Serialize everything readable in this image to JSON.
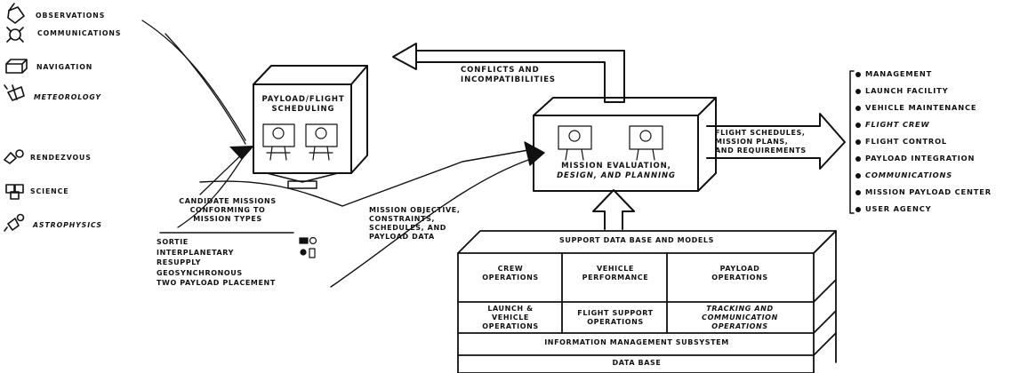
{
  "mission_types": [
    {
      "icon": "observations-icon",
      "label": "OBSERVATIONS",
      "italic": false
    },
    {
      "icon": "communications-icon",
      "label": "COMMUNICATIONS",
      "italic": false
    },
    {
      "icon": "navigation-icon",
      "label": "NAVIGATION",
      "italic": false
    },
    {
      "icon": "meteorology-icon",
      "label": "METEOROLOGY",
      "italic": true
    },
    {
      "icon": "rendezvous-icon",
      "label": "RENDEZVOUS",
      "italic": false
    },
    {
      "icon": "science-icon",
      "label": "SCIENCE",
      "italic": false
    },
    {
      "icon": "astrophysics-icon",
      "label": "ASTROPHYSICS",
      "italic": true
    }
  ],
  "scheduling": {
    "title_line1": "PAYLOAD/FLIGHT",
    "title_line2": "SCHEDULING"
  },
  "conflicts": {
    "line1": "CONFLICTS AND",
    "line2": "INCOMPATIBILITIES"
  },
  "evaluation": {
    "line1": "MISSION EVALUATION,",
    "line2": "DESIGN, AND PLANNING"
  },
  "flight_output": {
    "line1": "FLIGHT SCHEDULES,",
    "line2": "MISSION PLANS,",
    "line3": "AND REQUIREMENTS"
  },
  "recipients": [
    "MANAGEMENT",
    "LAUNCH FACILITY",
    "VEHICLE MAINTENANCE",
    "FLIGHT CREW",
    "FLIGHT CONTROL",
    "PAYLOAD INTEGRATION",
    "COMMUNICATIONS",
    "MISSION PAYLOAD CENTER",
    "USER AGENCY"
  ],
  "candidates": {
    "title_line1": "CANDIDATE MISSIONS",
    "title_line2": "CONFORMING TO",
    "title_line3": "MISSION TYPES",
    "items": [
      "SORTIE",
      "INTERPLANETARY",
      "RESUPPLY",
      "GEOSYNCHRONOUS",
      "TWO PAYLOAD PLACEMENT"
    ]
  },
  "mission_inputs": {
    "line1": "MISSION OBJECTIVE,",
    "line2": "CONSTRAINTS,",
    "line3": "SCHEDULES, AND",
    "line4": "PAYLOAD DATA"
  },
  "database": {
    "title": "SUPPORT DATA BASE AND MODELS",
    "crew_1": "CREW",
    "crew_2": "OPERATIONS",
    "vehicle_1": "VEHICLE",
    "vehicle_2": "PERFORMANCE",
    "payload_1": "PAYLOAD",
    "payload_2": "OPERATIONS",
    "launch_1": "LAUNCH &",
    "launch_2": "VEHICLE",
    "launch_3": "OPERATIONS",
    "flight_support_1": "FLIGHT SUPPORT",
    "flight_support_2": "OPERATIONS",
    "tracking_1": "TRACKING AND",
    "tracking_2": "COMMUNICATION",
    "tracking_3": "OPERATIONS",
    "info_mgmt": "INFORMATION MANAGEMENT SUBSYSTEM",
    "data_base": "DATA BASE"
  }
}
